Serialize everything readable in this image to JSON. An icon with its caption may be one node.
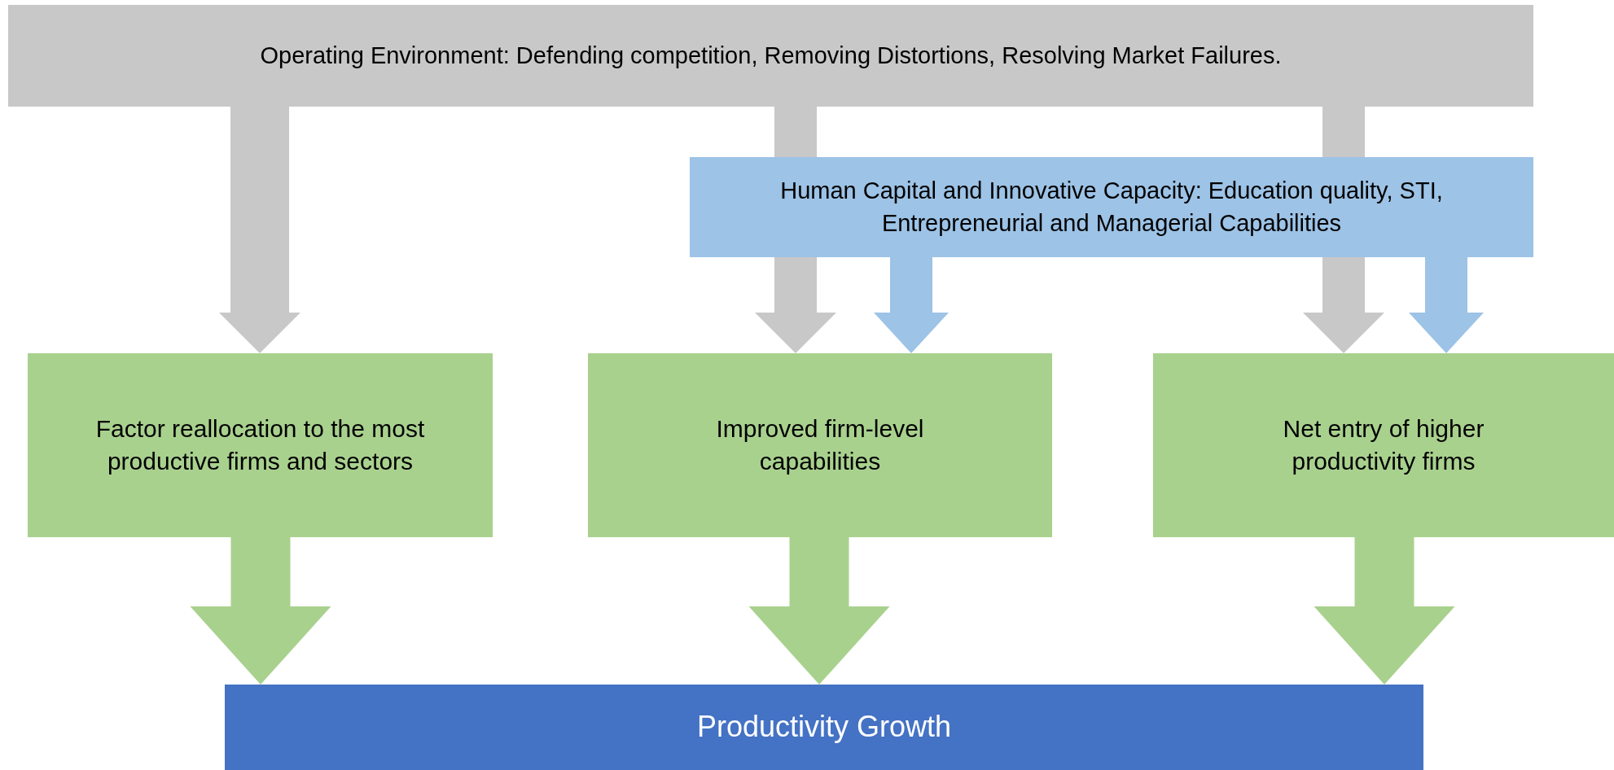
{
  "diagram": {
    "nodes": [
      {
        "text": [
          "Operating Environment: Defending competition, Removing Distortions, Resolving Market Failures."
        ]
      },
      {
        "text": [
          "Human Capital and Innovative Capacity: Education quality, STI, Entrepreneurial and Managerial Capabilities"
        ]
      },
      {
        "text": [
          "Factor reallocation to the most productive firms and sectors"
        ]
      },
      {
        "text": [
          "Improved firm-level capabilities"
        ]
      },
      {
        "text": [
          "Net entry of higher productivity firms"
        ]
      },
      {
        "text": [
          "Productivity Growth"
        ]
      }
    ],
    "edges": [
      {
        "from": 0,
        "to": 2,
        "arrow": "to",
        "color": "#c8c8c8"
      },
      {
        "from": 0,
        "to": 3,
        "arrow": "to",
        "color": "#c8c8c8"
      },
      {
        "from": 0,
        "to": 4,
        "arrow": "to",
        "color": "#c8c8c8"
      },
      {
        "from": 1,
        "to": 3,
        "arrow": "to",
        "color": "#9dc3e6"
      },
      {
        "from": 1,
        "to": 4,
        "arrow": "to",
        "color": "#9dc3e6"
      },
      {
        "from": 2,
        "to": 5,
        "arrow": "to"
      },
      {
        "from": 3,
        "to": 5,
        "arrow": "to"
      },
      {
        "from": 4,
        "to": 5,
        "arrow": "to"
      }
    ]
  }
}
